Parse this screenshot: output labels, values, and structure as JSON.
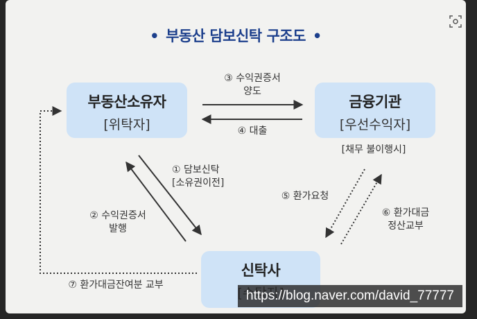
{
  "title": "부동산 담보신탁 구조도",
  "title_bullet": "•",
  "nodes": {
    "owner": {
      "name": "부동산소유자",
      "role": "[위탁자]"
    },
    "bank": {
      "name": "금융기관",
      "role": "[우선수익자]"
    },
    "trust": {
      "name": "신탁사",
      "role": "[수탁자]"
    }
  },
  "labels": {
    "step3_line1": "③ 수익권증서",
    "step3_line2": "양도",
    "step4": "④ 대출",
    "default_note": "[채무 불이행시]",
    "step1_line1": "① 담보신탁",
    "step1_line2": "[소유권이전]",
    "step2_line1": "② 수익권증서",
    "step2_line2": "발행",
    "step5": "⑤ 환가요청",
    "step6_line1": "⑥ 환가대금",
    "step6_line2": "정산교부",
    "step7": "⑦ 환가대금잔여분 교부"
  },
  "watermark": "https://blog.naver.com/david_77777",
  "colors": {
    "title": "#1c3f8c",
    "box_fill": "#cfe3f7",
    "background": "#f2f2f0",
    "arrow": "#333333"
  },
  "icons": {
    "corner": "scan-icon"
  }
}
